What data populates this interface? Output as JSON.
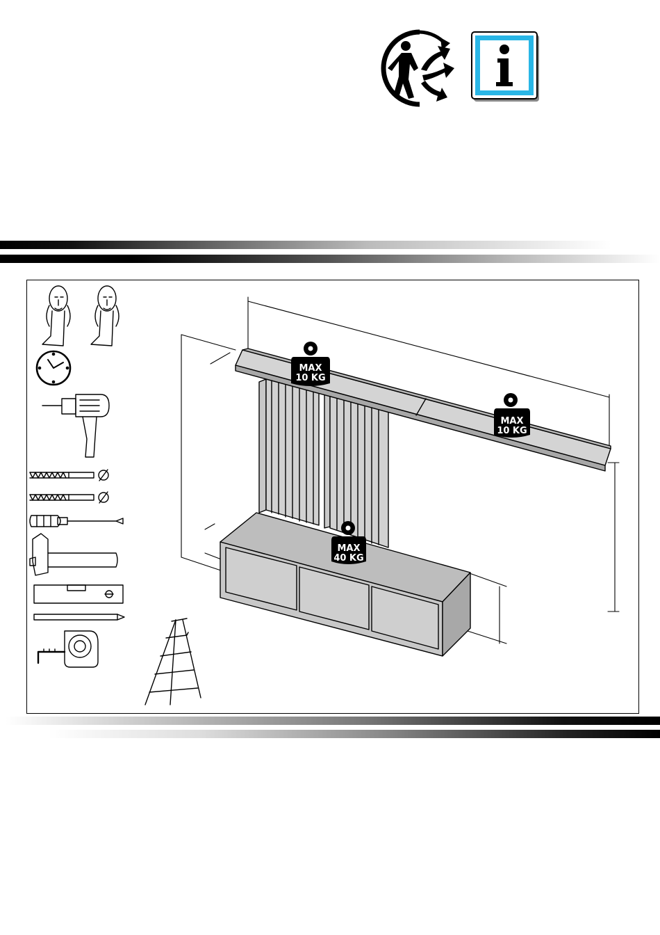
{
  "icons": {
    "recycle": "recycle-person-icon",
    "info": "info-icon"
  },
  "colors": {
    "info_border": "#29b6e6",
    "panel": "#c8c8c8",
    "weight": "#000000"
  },
  "weights": {
    "shelf_left": {
      "line1": "MAX",
      "line2": "10 KG"
    },
    "shelf_right": {
      "line1": "MAX",
      "line2": "10 KG"
    },
    "cabinet_top": {
      "line1": "MAX",
      "line2": "40 KG"
    }
  },
  "tools": [
    "two-persons-icon",
    "clock-icon",
    "drill-icon",
    "drill-bit-icon",
    "drill-bit-icon",
    "screwdriver-icon",
    "hammer-icon",
    "spirit-level-icon",
    "pencil-icon",
    "tape-measure-icon",
    "step-ladder-icon"
  ]
}
